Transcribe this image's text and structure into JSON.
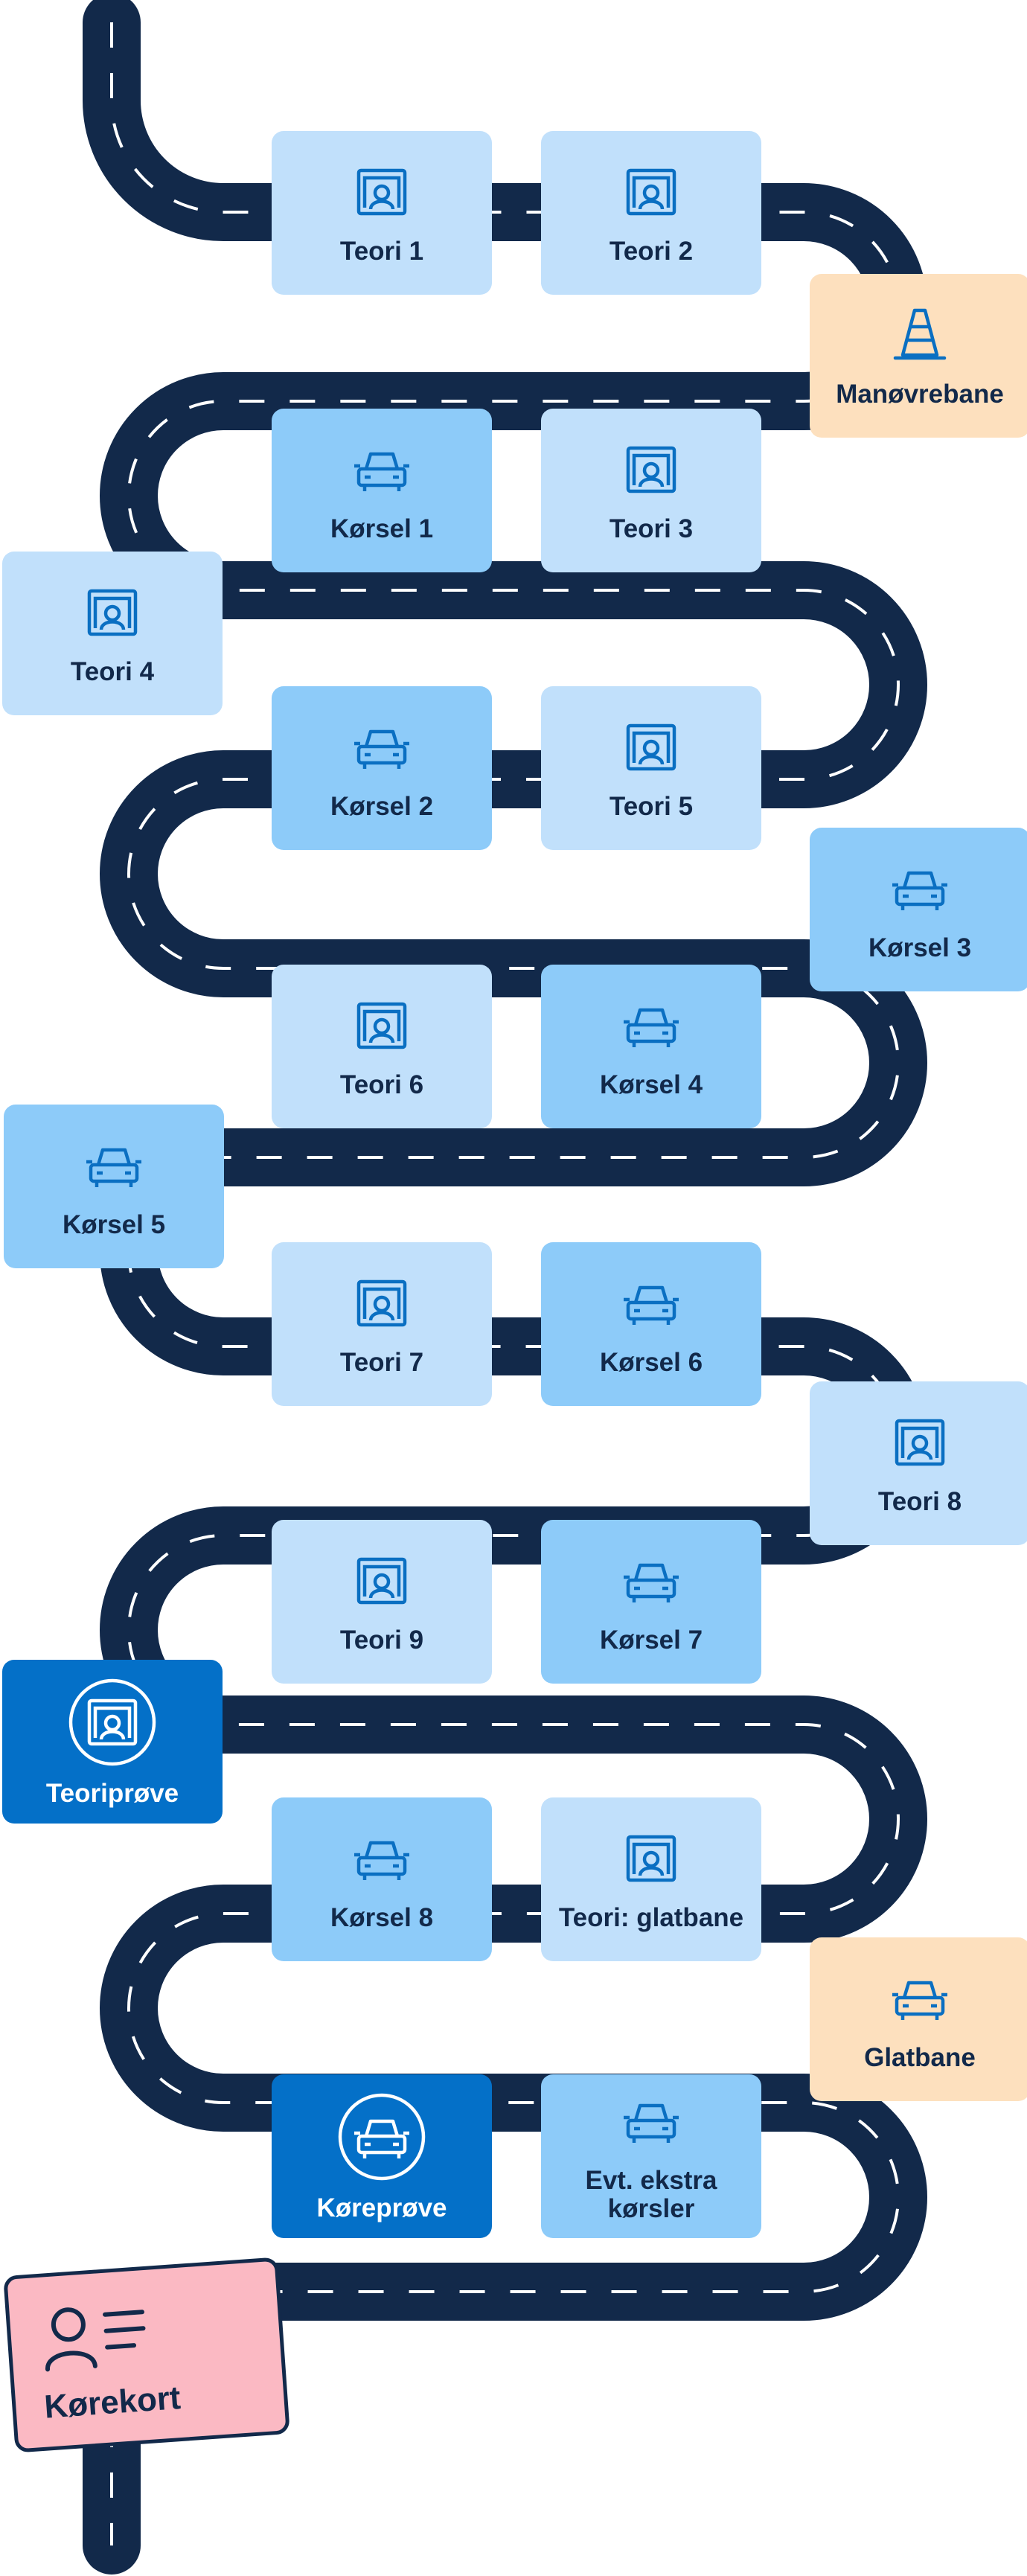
{
  "colors": {
    "road": "#12294a",
    "dash": "#ffffff",
    "theory": "#c1e0fb",
    "drive": "#8dcbf9",
    "special": "#fde0be",
    "exam": "#0470c8",
    "license": "#fbb9c3",
    "icon": "#0a6fc2"
  },
  "steps": [
    {
      "label": "Teori 1",
      "type": "theory",
      "icon": "classroom-icon"
    },
    {
      "label": "Teori 2",
      "type": "theory",
      "icon": "classroom-icon"
    },
    {
      "label": "Manøvrebane",
      "type": "special",
      "icon": "traffic-cone-icon"
    },
    {
      "label": "Teori 3",
      "type": "theory",
      "icon": "classroom-icon"
    },
    {
      "label": "Kørsel 1",
      "type": "drive",
      "icon": "car-icon"
    },
    {
      "label": "Teori 4",
      "type": "theory",
      "icon": "classroom-icon"
    },
    {
      "label": "Kørsel 2",
      "type": "drive",
      "icon": "car-icon"
    },
    {
      "label": "Teori 5",
      "type": "theory",
      "icon": "classroom-icon"
    },
    {
      "label": "Kørsel 3",
      "type": "drive",
      "icon": "car-icon"
    },
    {
      "label": "Kørsel 4",
      "type": "drive",
      "icon": "car-icon"
    },
    {
      "label": "Teori 6",
      "type": "theory",
      "icon": "classroom-icon"
    },
    {
      "label": "Kørsel 5",
      "type": "drive",
      "icon": "car-icon"
    },
    {
      "label": "Teori 7",
      "type": "theory",
      "icon": "classroom-icon"
    },
    {
      "label": "Kørsel 6",
      "type": "drive",
      "icon": "car-icon"
    },
    {
      "label": "Teori 8",
      "type": "theory",
      "icon": "classroom-icon"
    },
    {
      "label": "Kørsel 7",
      "type": "drive",
      "icon": "car-icon"
    },
    {
      "label": "Teori 9",
      "type": "theory",
      "icon": "classroom-icon"
    },
    {
      "label": "Teoriprøve",
      "type": "exam",
      "icon": "classroom-icon"
    },
    {
      "label": "Kørsel 8",
      "type": "drive",
      "icon": "car-icon"
    },
    {
      "label": "Teori: glatbane",
      "type": "theory",
      "icon": "classroom-icon"
    },
    {
      "label": "Glatbane",
      "type": "special",
      "icon": "car-icon"
    },
    {
      "label": "Evt. ekstra kørsler",
      "type": "drive",
      "icon": "car-icon"
    },
    {
      "label": "Køreprøve",
      "type": "exam",
      "icon": "car-icon"
    }
  ],
  "license": {
    "label": "Kørekort",
    "icon": "id-card-icon"
  }
}
